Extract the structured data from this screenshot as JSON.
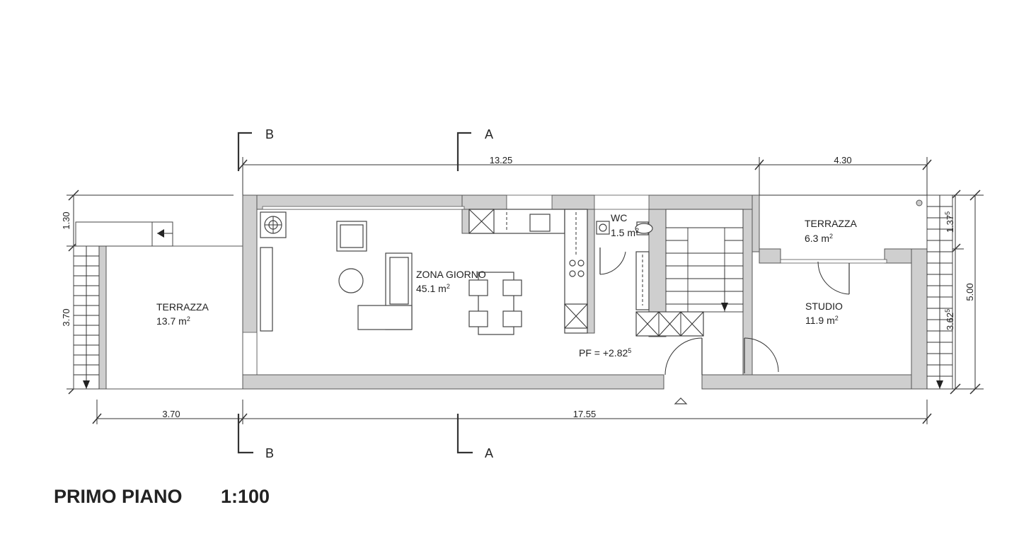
{
  "drawing": {
    "title": "PRIMO PIANO",
    "scale": "1:100"
  },
  "sections": {
    "a": "A",
    "b": "B"
  },
  "dimensions": {
    "top_main": "13.25",
    "top_right": "4.30",
    "bottom_left": "3.70",
    "bottom_main": "17.55",
    "left_upper": "1.30",
    "left_lower": "3.70",
    "right_upper_base": "1.37",
    "right_upper_sup": "5",
    "right_lower_base": "3.62",
    "right_lower_sup": "5",
    "right_total": "5.00"
  },
  "rooms": {
    "zona_giorno": {
      "name": "ZONA GIORNO",
      "area_value": "45.1",
      "area_unit": "m",
      "area_sup": "2"
    },
    "wc": {
      "name": "WC",
      "area_value": "1.5",
      "area_unit": "m",
      "area_sup": "2"
    },
    "terrazza_left": {
      "name": "TERRAZZA",
      "area_value": "13.7",
      "area_unit": "m",
      "area_sup": "2"
    },
    "terrazza_right": {
      "name": "TERRAZZA",
      "area_value": "6.3",
      "area_unit": "m",
      "area_sup": "2"
    },
    "studio": {
      "name": "STUDIO",
      "area_value": "11.9",
      "area_unit": "m",
      "area_sup": "2"
    }
  },
  "floor_level": {
    "base": "PF = +2.82",
    "sup": "5"
  },
  "colors": {
    "wall_fill": "#cfcfcf",
    "line": "#333333",
    "background": "#ffffff"
  }
}
